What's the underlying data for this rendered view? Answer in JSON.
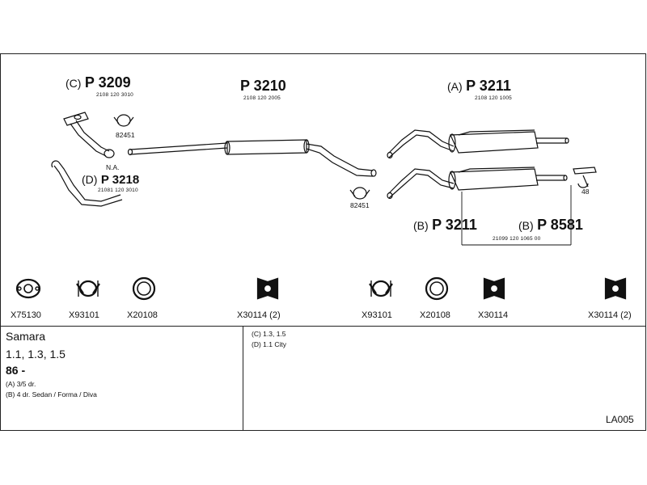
{
  "parts": {
    "c": {
      "prefix": "(C)",
      "number": "P 3209",
      "ref": "2108 120 3010"
    },
    "mid": {
      "number": "P 3210",
      "ref": "2108 120 2005"
    },
    "a": {
      "prefix": "(A)",
      "number": "P 3211",
      "ref": "2108 120 1005"
    },
    "d": {
      "prefix": "(D)",
      "number": "P 3218",
      "ref": "21081 120 3010",
      "note": "N.A."
    },
    "b1": {
      "prefix": "(B)",
      "number": "P 3211"
    },
    "b2": {
      "prefix": "(B)",
      "number": "P 8581"
    },
    "b_ref": "21099 120 1065 00",
    "clamp_top": "82451",
    "clamp_mid": "82451",
    "hanger_48": "48"
  },
  "fittings": [
    {
      "code": "X75130",
      "icon": "flange-gasket-icon"
    },
    {
      "code": "X93101",
      "icon": "pipe-clamp-icon"
    },
    {
      "code": "X20108",
      "icon": "sealing-ring-icon"
    },
    {
      "code": "X30114 (2)",
      "icon": "rubber-mount-icon"
    },
    {
      "code": "X93101",
      "icon": "pipe-clamp-icon"
    },
    {
      "code": "X20108",
      "icon": "sealing-ring-icon"
    },
    {
      "code": "X30114",
      "icon": "rubber-mount-icon"
    },
    {
      "code": "X30114 (2)",
      "icon": "rubber-mount-icon"
    }
  ],
  "vehicle": {
    "model": "Samara",
    "engines": "1.1, 1.3, 1.5",
    "year": "86 -",
    "note_a": "(A) 3/5 dr.",
    "note_b": "(B) 4 dr. Sedan / Forma / Diva"
  },
  "variants": {
    "c": "(C) 1.3, 1.5",
    "d": "(D) 1.1 City"
  },
  "catalog_code": "LA005",
  "colors": {
    "ink": "#111111",
    "background": "#ffffff"
  }
}
